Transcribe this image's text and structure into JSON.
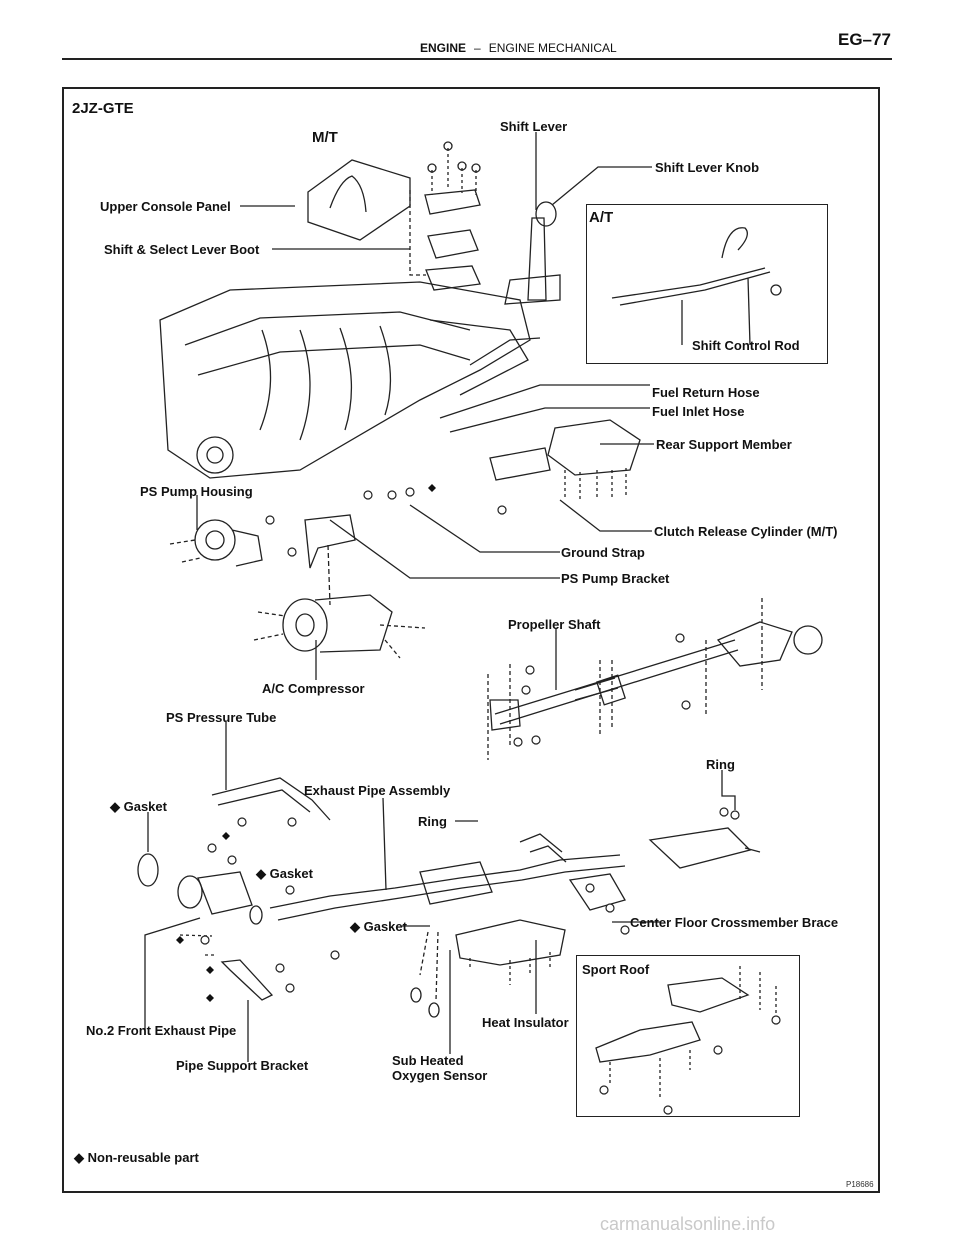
{
  "header": {
    "section": "ENGINE",
    "separator": "–",
    "subsection": "ENGINE MECHANICAL",
    "page": "EG–77"
  },
  "diagram": {
    "engine_code": "2JZ-GTE",
    "mt_label": "M/T",
    "at_label": "A/T",
    "sport_roof_label": "Sport Roof",
    "parts": {
      "shift_lever": "Shift Lever",
      "shift_lever_knob": "Shift Lever Knob",
      "upper_console_panel": "Upper Console Panel",
      "shift_select_lever_boot": "Shift & Select Lever Boot",
      "shift_control_rod": "Shift Control Rod",
      "fuel_return_hose": "Fuel Return Hose",
      "fuel_inlet_hose": "Fuel Inlet Hose",
      "rear_support_member": "Rear Support Member",
      "ps_pump_housing": "PS Pump Housing",
      "clutch_release_cylinder": "Clutch Release Cylinder (M/T)",
      "ground_strap": "Ground Strap",
      "ps_pump_bracket": "PS Pump Bracket",
      "propeller_shaft": "Propeller Shaft",
      "ac_compressor": "A/C Compressor",
      "ps_pressure_tube": "PS Pressure Tube",
      "ring_upper": "Ring",
      "gasket_left": "◆ Gasket",
      "exhaust_pipe_assembly": "Exhaust Pipe Assembly",
      "ring_lower": "Ring",
      "gasket_mid": "◆ Gasket",
      "center_floor_crossmember_brace": "Center Floor Crossmember Brace",
      "gasket_center": "◆ Gasket",
      "no2_front_exhaust_pipe": "No.2 Front Exhaust Pipe",
      "heat_insulator": "Heat Insulator",
      "pipe_support_bracket": "Pipe Support Bracket",
      "sub_heated_oxygen_sensor_1": "Sub Heated",
      "sub_heated_oxygen_sensor_2": "Oxygen Sensor"
    },
    "legend": "◆ Non-reusable part",
    "figure_id": "P18686"
  },
  "watermark": "carmanualsonline.info"
}
